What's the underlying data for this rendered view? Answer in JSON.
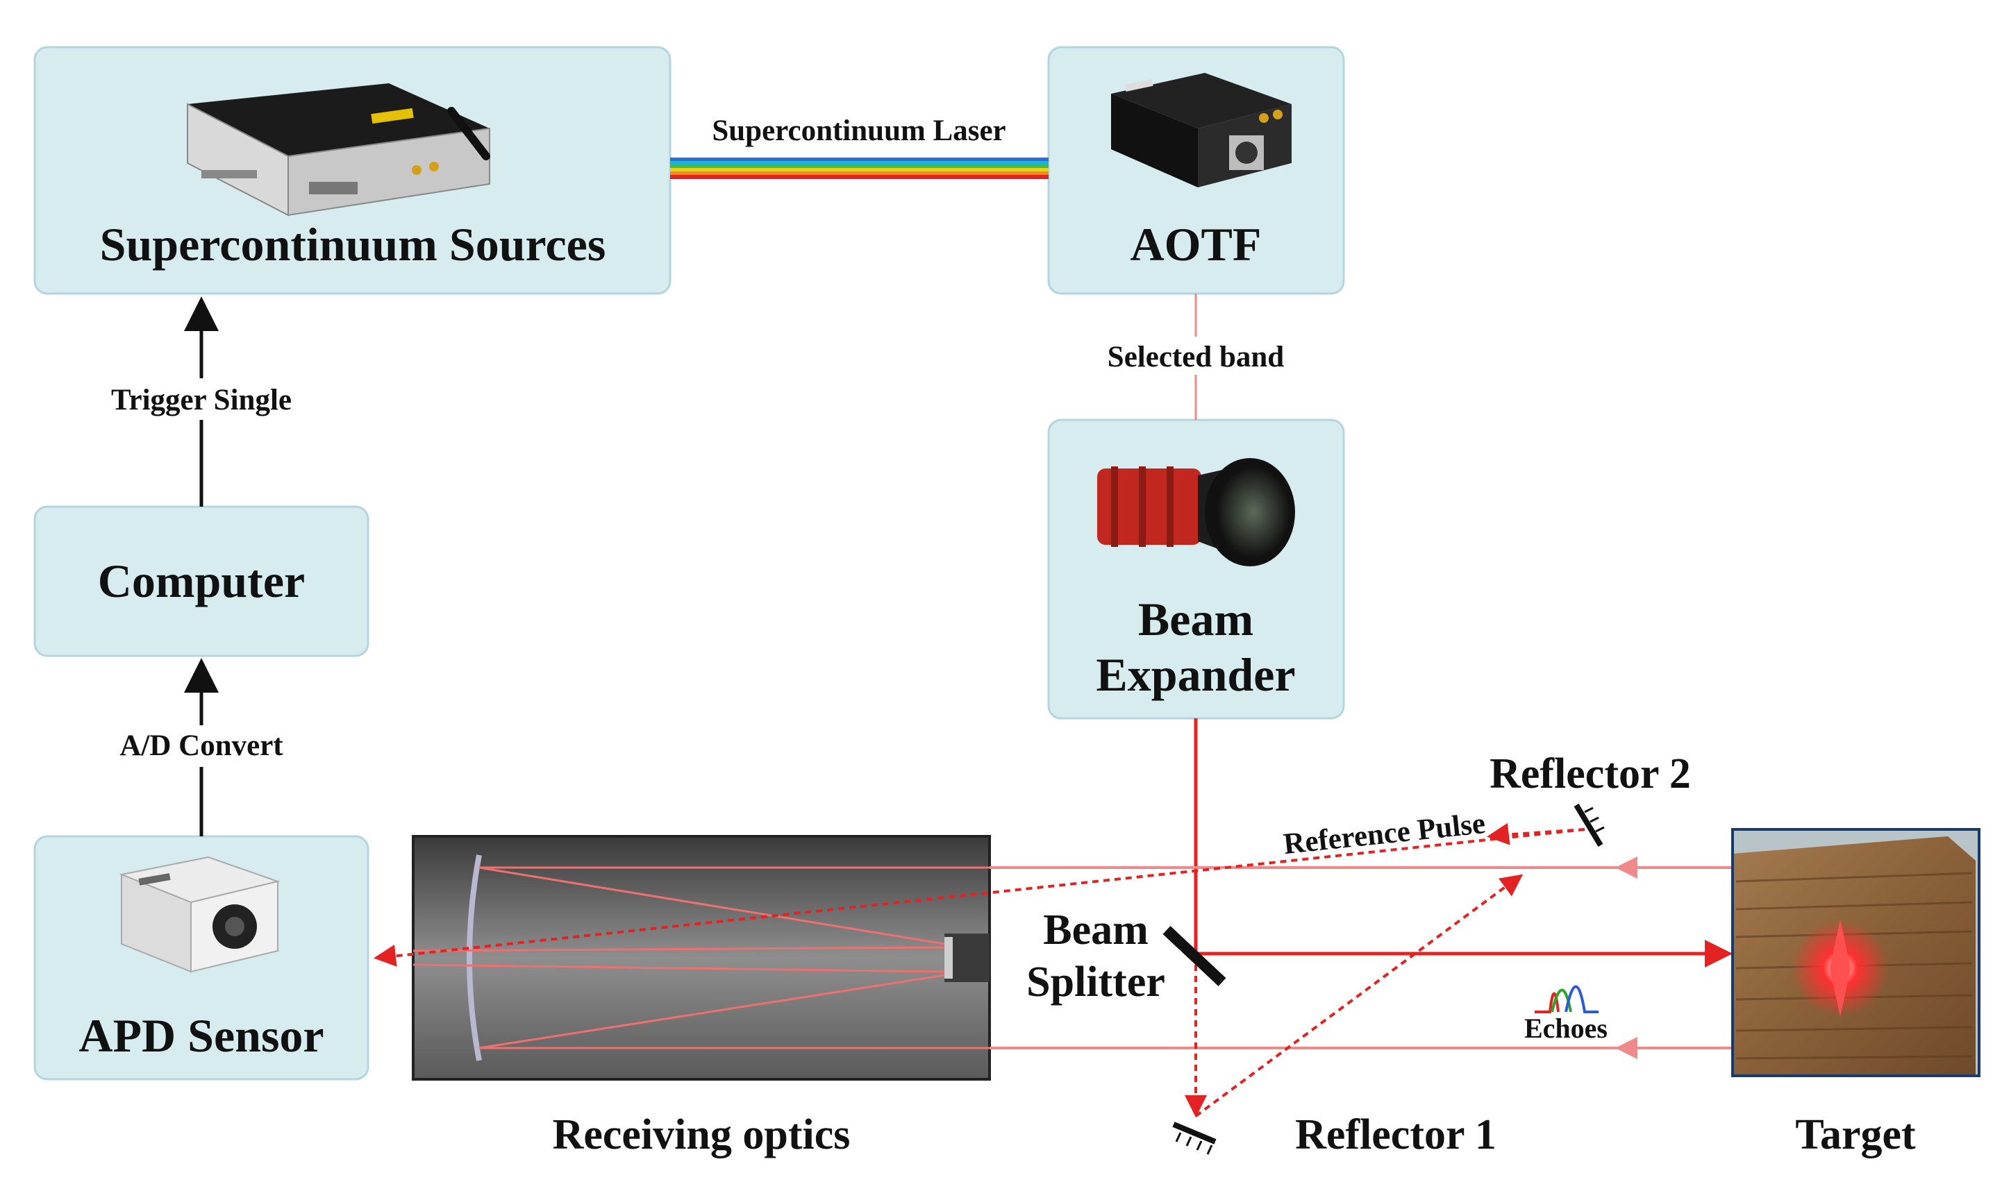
{
  "blocks": {
    "supercontinuum": "Supercontinuum Sources",
    "aotf": "AOTF",
    "beam_expander_line1": "Beam",
    "beam_expander_line2": "Expander",
    "computer": "Computer",
    "apd": "APD Sensor"
  },
  "connections": {
    "supercontinuum_laser": "Supercontinuum Laser",
    "selected_band": "Selected band",
    "trigger_single": "Trigger Single",
    "ad_convert": "A/D Convert",
    "reference_pulse": "Reference Pulse",
    "echoes": "Echoes"
  },
  "components": {
    "beam_splitter_line1": "Beam",
    "beam_splitter_line2": "Splitter",
    "reflector_1": "Reflector 1",
    "reflector_2": "Reflector 2",
    "receiving_optics": "Receiving optics",
    "target": "Target"
  },
  "colors": {
    "block_fill": "#d6ecef",
    "laser_red": "#e52222",
    "return_beam": "#f08a8a",
    "arrow_black": "#111111"
  }
}
